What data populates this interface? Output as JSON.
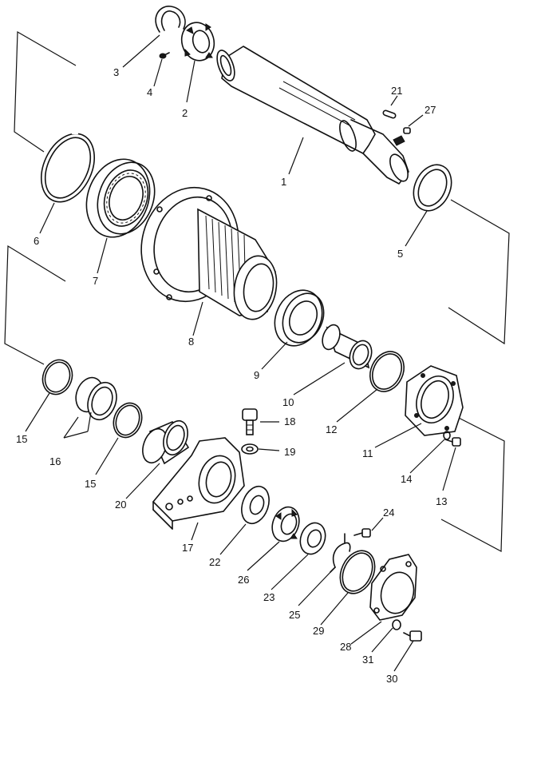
{
  "callouts": {
    "p1": "1",
    "p2": "2",
    "p3": "3",
    "p4": "4",
    "p5": "5",
    "p6": "6",
    "p7": "7",
    "p8": "8",
    "p9": "9",
    "p10": "10",
    "p11": "11",
    "p12": "12",
    "p13": "13",
    "p14": "14",
    "p15a": "15",
    "p15b": "15",
    "p16": "16",
    "p17": "17",
    "p18": "18",
    "p19": "19",
    "p20": "20",
    "p21": "21",
    "p22": "22",
    "p23": "23",
    "p24": "24",
    "p25": "25",
    "p26": "26",
    "p27": "27",
    "p28": "28",
    "p29": "29",
    "p30": "30",
    "p31": "31"
  },
  "colors": {
    "ink": "#111111",
    "paper": "#ffffff"
  }
}
